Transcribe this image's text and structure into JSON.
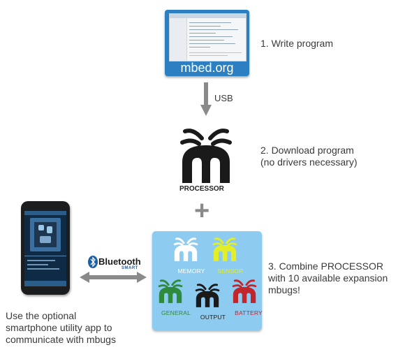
{
  "steps": {
    "step1": "1. Write program",
    "step2": "2. Download program\n(no drivers necessary)",
    "step3": "3. Combine PROCESSOR\nwith 10 available expansion\nmbugs!"
  },
  "mbed": {
    "label": "mbed.org"
  },
  "arrow": {
    "label": "USB"
  },
  "processor": {
    "label": "PROCESSOR"
  },
  "plus": "+",
  "bluetooth": {
    "brand": "Bluetooth",
    "sub": "SMART"
  },
  "phone_caption": "Use the optional\nsmartphone utility app to\ncommunicate with mbugs",
  "mbugs": [
    {
      "label": "MEMORY",
      "color": "#ffffff"
    },
    {
      "label": "SENSOR",
      "color": "#e2ee27"
    },
    {
      "label": "GENERAL",
      "color": "#2e8b3c"
    },
    {
      "label": "OUTPUT",
      "color": "#1a1a1a"
    },
    {
      "label": "BATTERY",
      "color": "#c0262c"
    }
  ],
  "colors": {
    "mbed_blue": "#2c7fc1",
    "panel_blue": "#8ecbf1",
    "arrow_gray": "#8a8a8a",
    "bluetooth_blue": "#1b5fa6"
  }
}
